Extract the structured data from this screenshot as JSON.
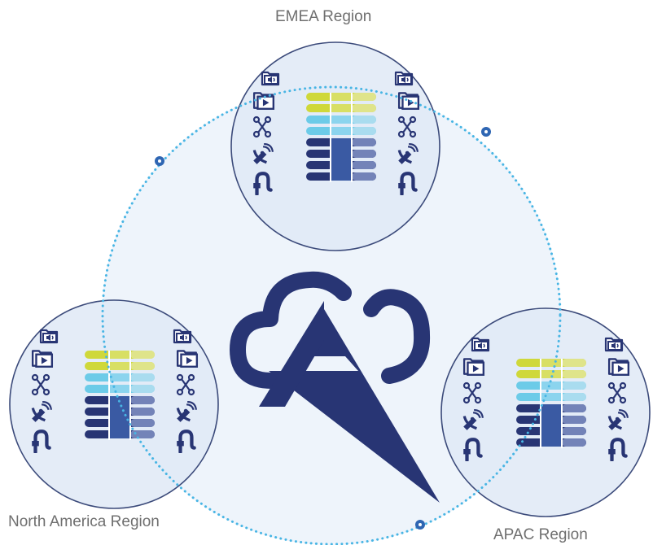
{
  "regions": {
    "emea": {
      "label": "EMEA Region"
    },
    "north_america": {
      "label": "North America Region"
    },
    "apac": {
      "label": "APAC Region"
    }
  },
  "colors": {
    "navy": "#283574",
    "ring_dots": "#48b5e4",
    "node_fill": "#2f66b3",
    "outer_circle_fill": "#eef4fb",
    "region_circle_fill": "#dfe9f6",
    "region_circle_stroke": "#3b4a7a",
    "bar_yellow": "#cfd83a",
    "bar_yellow_light": "#dfe48a",
    "bar_cyan": "#6ccbe8",
    "bar_cyan_light": "#a9dcef",
    "bar_navy": "#283574",
    "bar_blue": "#3a5aa3",
    "bar_slate": "#7383b8"
  },
  "icons": [
    "folder-audio-icon",
    "folder-video-icon",
    "network-nodes-icon",
    "satellite-dish-icon",
    "cable-icon",
    "cloud-logo-icon",
    "server-rack-icon"
  ]
}
